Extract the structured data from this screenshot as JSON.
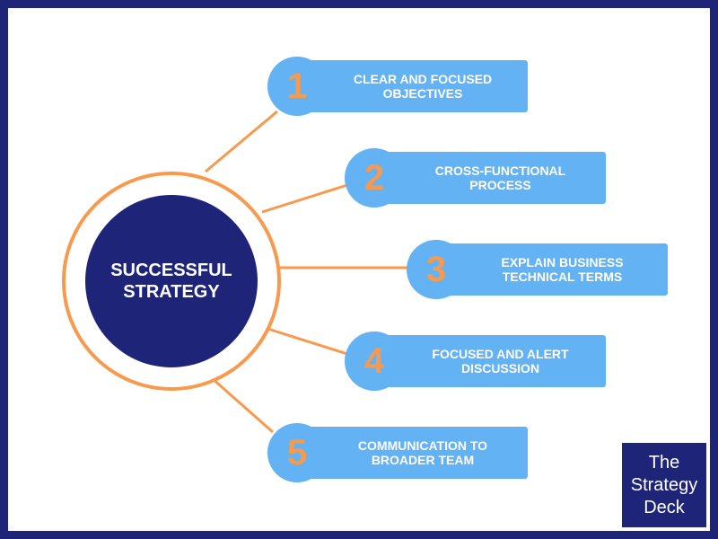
{
  "center": {
    "line1": "SUCCESSFUL",
    "line2": "STRATEGY"
  },
  "steps": [
    {
      "number": "1",
      "line1": "CLEAR AND FOCUSED",
      "line2": "OBJECTIVES"
    },
    {
      "number": "2",
      "line1": "CROSS-FUNCTIONAL",
      "line2": "PROCESS"
    },
    {
      "number": "3",
      "line1": "EXPLAIN BUSINESS",
      "line2": "TECHNICAL TERMS"
    },
    {
      "number": "4",
      "line1": "FOCUSED AND ALERT",
      "line2": "DISCUSSION"
    },
    {
      "number": "5",
      "line1": "COMMUNICATION TO",
      "line2": "BROADER TEAM"
    }
  ],
  "brand": {
    "line1": "The",
    "line2": "Strategy",
    "line3": "Deck"
  },
  "colors": {
    "navy": "#1e2578",
    "orange": "#f79a4e",
    "light_blue": "#63b2f4",
    "white": "#ffffff"
  }
}
